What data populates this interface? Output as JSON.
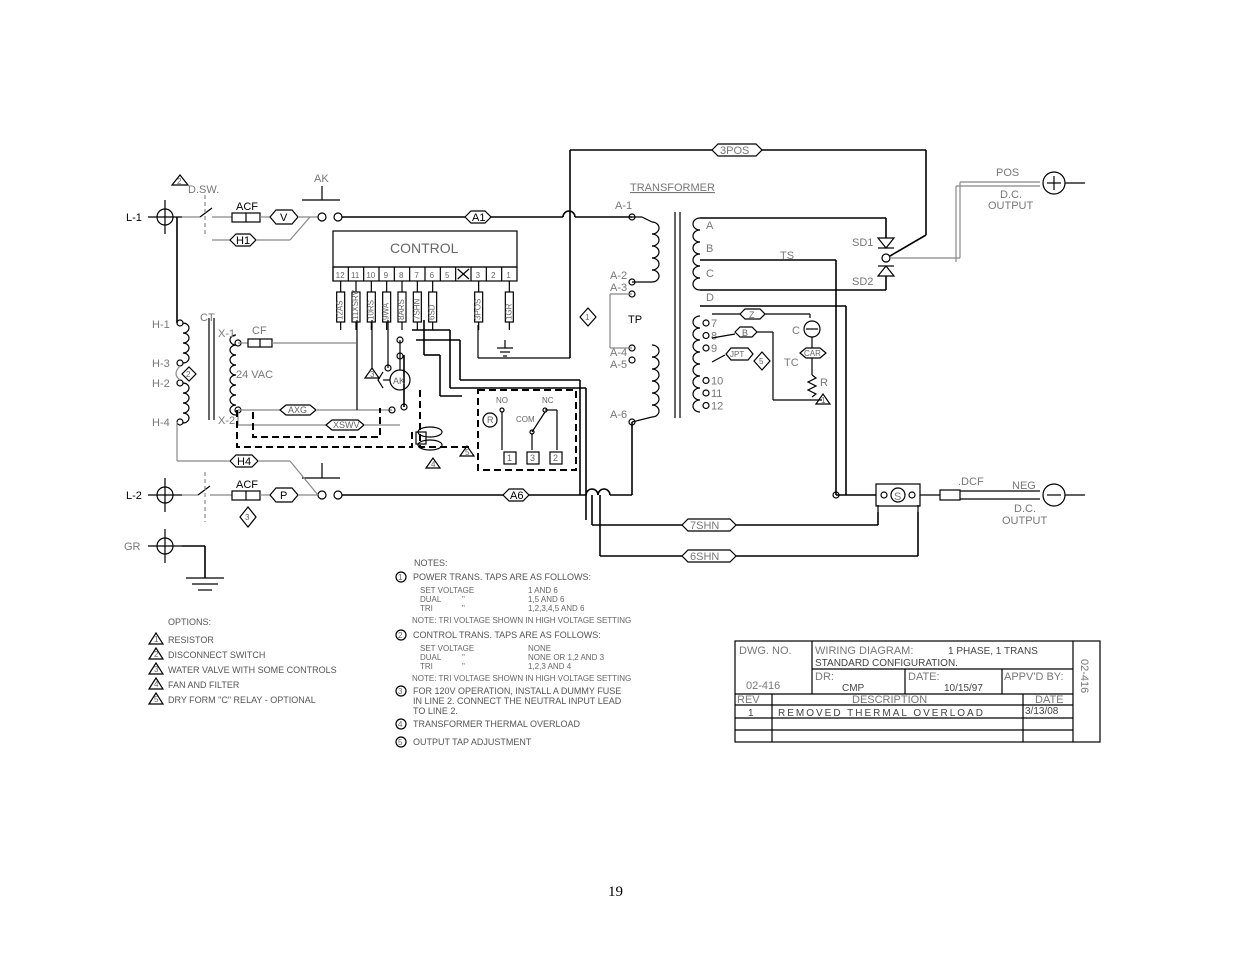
{
  "labels": {
    "l1": "L-1",
    "l2": "L-2",
    "gr": "GR",
    "dsw": "D.SW.",
    "acf1": "ACF",
    "acf2": "ACF",
    "v": "V",
    "p": "P",
    "h1": "H1",
    "h4": "H4",
    "ak": "AK",
    "a1": "A1",
    "a6": "A6",
    "control": "CONTROL",
    "transformer": "TRANSFORMER",
    "pos_label": "POS",
    "pos_output": "D.C.\nOUTPUT",
    "neg_label": "NEG",
    "neg_output": "D.C.\nOUTPUT",
    "dcf": ".DCF",
    "s": "S",
    "sd1": "SD1",
    "sd2": "SD2",
    "ts": "TS",
    "tp": "TP",
    "z": "Z",
    "b": "B",
    "jpt": "JPT",
    "car": "CAR",
    "c": "C",
    "tc": "TC",
    "r": "R",
    "ct": "CT",
    "cf": "CF",
    "vac24": "24 VAC",
    "axg": "AXG",
    "xswv": "XSWV",
    "ak2": "AK",
    "r_relay": "R",
    "no": "NO",
    "nc": "NC",
    "com": "COM",
    "pos3": "3POS",
    "shn7": "7SHN",
    "shn6": "6SHN",
    "x1": "X-1",
    "x2": "X-2",
    "h_1": "H-1",
    "h_3": "H-3",
    "h_2": "H-2",
    "h_4": "H-4",
    "ta1": "A-1",
    "ta2": "A-2",
    "ta3": "A-3",
    "ta4": "A-4",
    "ta5": "A-5",
    "ta6": "A-6",
    "sa": "A",
    "sb": "B",
    "sc": "C",
    "sd": "D",
    "taps": [
      "7",
      "8",
      "9",
      "10",
      "11",
      "12"
    ],
    "terminals": [
      "12",
      "11",
      "10",
      "9",
      "8",
      "7",
      "6",
      "5",
      "",
      "3",
      "2",
      "1"
    ],
    "wires": [
      "12AS",
      "11XSRV",
      "10RS",
      "9WA",
      "8ARS",
      "7SHN",
      "6SD",
      "3POS",
      "1GR"
    ],
    "relay_terms": [
      "1",
      "3",
      "2"
    ]
  },
  "notes": {
    "title": "NOTES:",
    "n1": "POWER TRANS. TAPS ARE AS FOLLOWS:",
    "n1_table": [
      [
        "SET VOLTAGE",
        "",
        "1 AND 6"
      ],
      [
        "DUAL",
        "\"",
        "1,5 AND 6"
      ],
      [
        "TRI",
        "\"",
        "1,2,3,4,5 AND 6"
      ]
    ],
    "n1_note": "NOTE: TRI VOLTAGE SHOWN IN HIGH VOLTAGE SETTING",
    "n2": "CONTROL TRANS. TAPS ARE AS FOLLOWS:",
    "n2_table": [
      [
        "SET VOLTAGE",
        "",
        "NONE"
      ],
      [
        "DUAL",
        "\"",
        "NONE OR 1,2 AND 3"
      ],
      [
        "TRI",
        "\"",
        "1,2,3 AND 4"
      ]
    ],
    "n2_note": "NOTE: TRI VOLTAGE SHOWN IN HIGH VOLTAGE SETTING",
    "n3a": "FOR 120V OPERATION, INSTALL A DUMMY FUSE",
    "n3b": "IN LINE 2.  CONNECT THE NEUTRAL INPUT LEAD",
    "n3c": "TO LINE 2.",
    "n4": "TRANSFORMER THERMAL OVERLOAD",
    "n5": "OUTPUT TAP ADJUSTMENT"
  },
  "options": {
    "title": "OPTIONS:",
    "items": [
      "RESISTOR",
      "DISCONNECT SWITCH",
      "WATER VALVE  WITH SOME CONTROLS",
      "FAN AND FILTER",
      "DRY FORM \"C\" RELAY - OPTIONAL"
    ]
  },
  "title_block": {
    "dwg_no_label": "DWG. NO.",
    "dwg_no": "02-416",
    "title_label": "WIRING DIAGRAM:",
    "title_value": "1 PHASE, 1 TRANS",
    "subtitle": "STANDARD CONFIGURATION.",
    "dr_label": "DR:",
    "dr_value": "CMP",
    "date_label": "DATE:",
    "date_value": "10/15/97",
    "appvd_label": "APPV'D  BY:",
    "rev_label": "REV",
    "desc_label": "DESCRIPTION",
    "date2_label": "DATE",
    "rev_num": "1",
    "rev_desc": "REMOVED THERMAL OVERLOAD",
    "rev_date": "3/13/08",
    "side_no": "02-416"
  },
  "page_number": "19"
}
